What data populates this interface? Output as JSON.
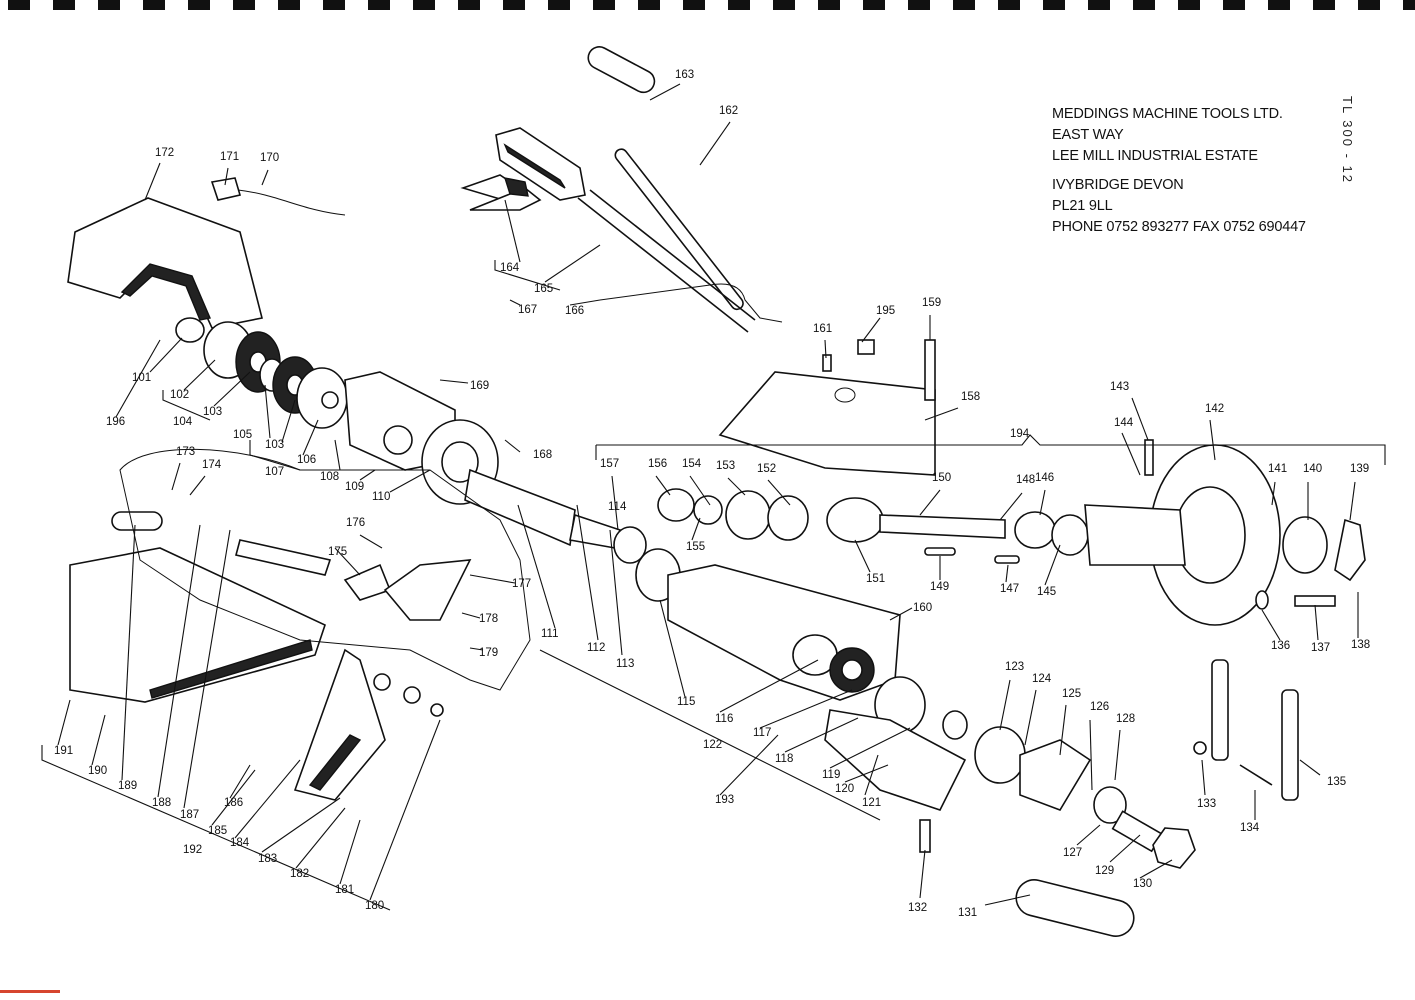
{
  "sheet_ref": "TL 300 - 12",
  "company": {
    "name": "MEDDINGS MACHINE TOOLS LTD.",
    "address_line1": "EAST WAY",
    "address_line2": "LEE MILL INDUSTRIAL ESTATE",
    "town": "IVYBRIDGE  DEVON",
    "postcode": "PL21 9LL",
    "contact": "PHONE 0752 893277  FAX 0752 690447"
  },
  "part_numbers": [
    "101",
    "102",
    "103",
    "103",
    "104",
    "105",
    "106",
    "107",
    "108",
    "109",
    "110",
    "111",
    "112",
    "113",
    "114",
    "115",
    "116",
    "117",
    "118",
    "119",
    "120",
    "121",
    "122",
    "123",
    "124",
    "125",
    "126",
    "127",
    "128",
    "129",
    "130",
    "131",
    "132",
    "133",
    "134",
    "135",
    "136",
    "137",
    "138",
    "139",
    "140",
    "141",
    "142",
    "143",
    "144",
    "145",
    "146",
    "147",
    "148",
    "149",
    "150",
    "151",
    "152",
    "153",
    "154",
    "155",
    "156",
    "157",
    "158",
    "159",
    "160",
    "161",
    "162",
    "163",
    "164",
    "165",
    "166",
    "167",
    "168",
    "169",
    "170",
    "171",
    "172",
    "173",
    "174",
    "175",
    "176",
    "177",
    "178",
    "179",
    "180",
    "181",
    "182",
    "183",
    "184",
    "185",
    "186",
    "187",
    "188",
    "189",
    "190",
    "191",
    "192",
    "193",
    "194",
    "195",
    "196"
  ]
}
